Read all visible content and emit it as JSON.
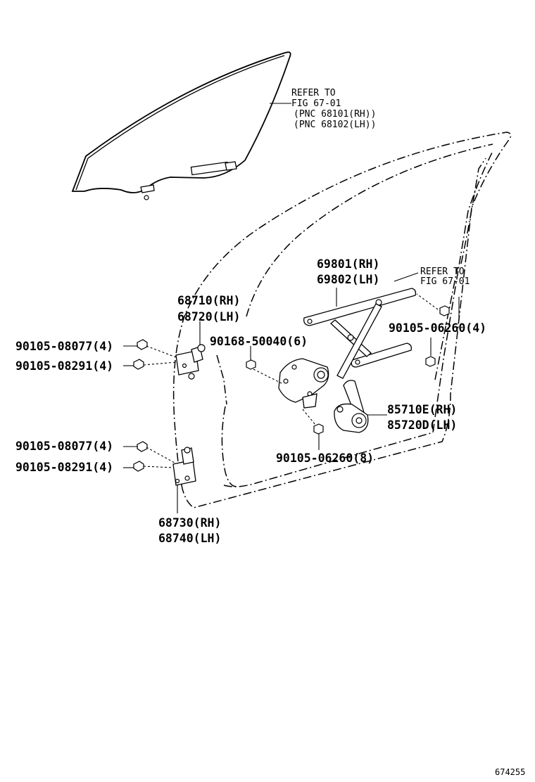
{
  "labels": {
    "glass_ref_1": "REFER TO",
    "glass_ref_2": "FIG 67-01",
    "glass_ref_3": "(PNC 68101(RH))",
    "glass_ref_4": "(PNC 68102(LH))",
    "run_ref_1": "REFER TO",
    "run_ref_2": "FIG 67-01",
    "regulator_rh": "69801(RH)",
    "regulator_lh": "69802(LH)",
    "upper_hinge_rh": "68710(RH)",
    "upper_hinge_lh": "68720(LH)",
    "bolt_upper_1": "90105-08077(4)",
    "bolt_upper_2": "90105-08291(4)",
    "bolt_lower_1": "90105-08077(4)",
    "bolt_lower_2": "90105-08291(4)",
    "nut_regulator": "90168-50040(6)",
    "bolt_right": "90105-06260(4)",
    "bolt_motor": "90105-06260(8)",
    "motor_rh": "85710E(RH)",
    "motor_lh": "85720D(LH)",
    "lower_hinge_rh": "68730(RH)",
    "lower_hinge_lh": "68740(LH)",
    "diagram_id": "674255"
  }
}
